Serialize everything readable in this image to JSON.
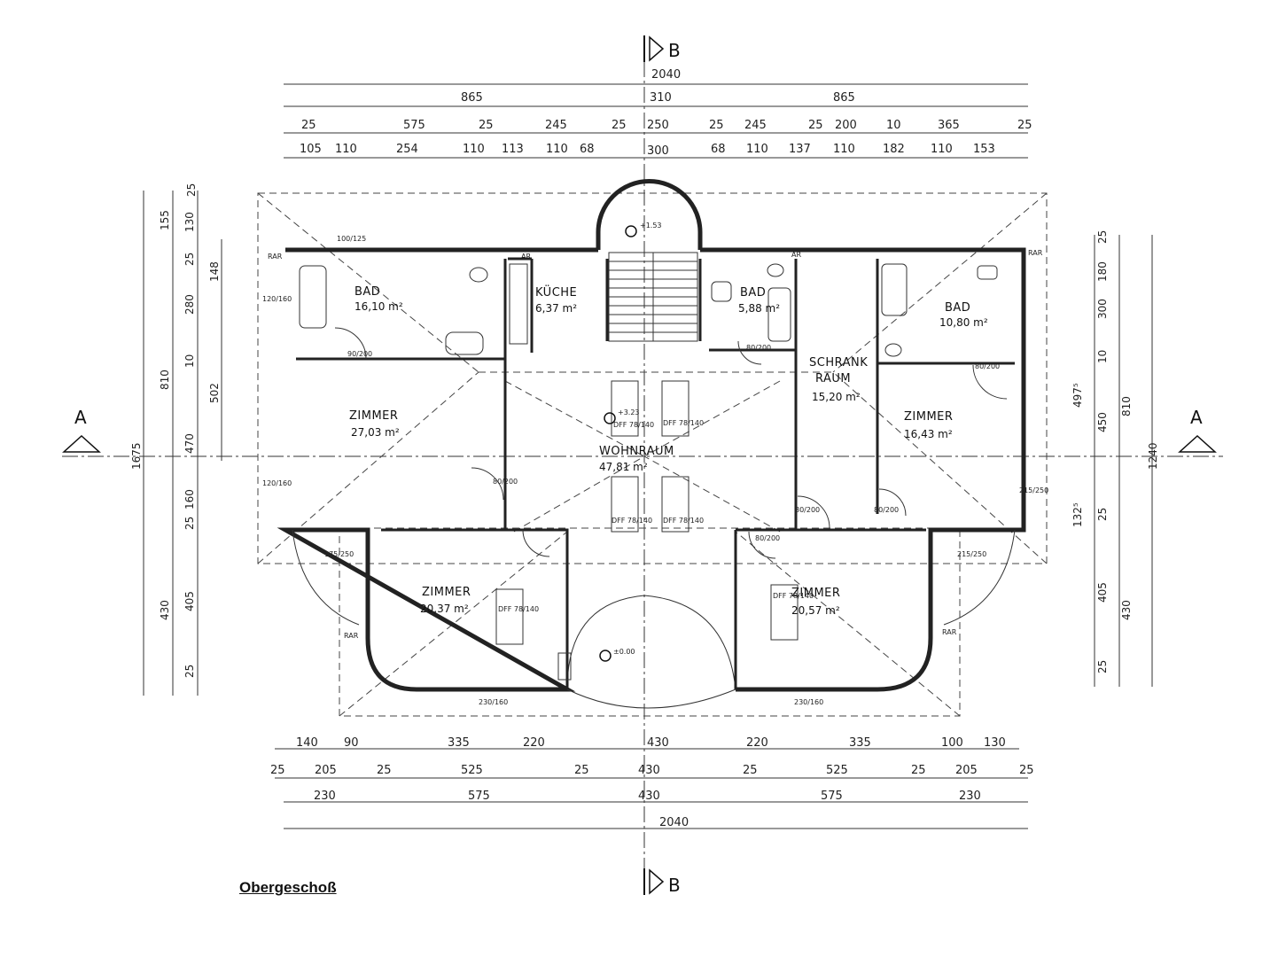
{
  "title": "Obergeschoß",
  "section_labels": {
    "a": "A",
    "b": "B"
  },
  "dims": {
    "top_total": "2040",
    "top_row1": [
      "865",
      "310",
      "865"
    ],
    "top_row2": [
      "25",
      "575",
      "25",
      "245",
      "25",
      "250",
      "25",
      "245",
      "25",
      "200",
      "10",
      "365",
      "25"
    ],
    "top_row3": [
      "105",
      "110",
      "254",
      "110",
      "113",
      "110",
      "68",
      "300",
      "68",
      "110",
      "137",
      "110",
      "182",
      "110",
      "153"
    ],
    "bottom_row1": [
      "140",
      "90",
      "335",
      "220",
      "430",
      "220",
      "335",
      "100",
      "130"
    ],
    "bottom_row2": [
      "25",
      "205",
      "25",
      "525",
      "25",
      "430",
      "25",
      "525",
      "25",
      "205",
      "25"
    ],
    "bottom_row3": [
      "230",
      "575",
      "430",
      "575",
      "230"
    ],
    "bottom_total": "2040",
    "left_total": "1675",
    "left_row1": [
      "155",
      "810",
      "430"
    ],
    "left_row2": [
      "130",
      "25",
      "280",
      "10",
      "470",
      "160",
      "25",
      "405",
      "25"
    ],
    "left_row3": [
      "25",
      "148",
      "502"
    ],
    "right_total": "1240",
    "right_row1": [
      "810",
      "430"
    ],
    "right_row2": [
      "25",
      "180",
      "300",
      "10",
      "450",
      "25",
      "405",
      "25"
    ],
    "right_row3": [
      "497⁵",
      "132⁵"
    ]
  },
  "rooms": [
    {
      "name": "BAD",
      "area": "16,10 m²"
    },
    {
      "name": "KÜCHE",
      "area": "6,37 m²"
    },
    {
      "name": "BAD",
      "area": "5,88 m²"
    },
    {
      "name": "BAD",
      "area": "10,80 m²"
    },
    {
      "name": "ZIMMER",
      "area": "27,03 m²"
    },
    {
      "name": "WOHNRAUM",
      "area": "47,81 m²"
    },
    {
      "name": "SCHRANK",
      "name2": "RAUM",
      "area": "15,20 m²"
    },
    {
      "name": "ZIMMER",
      "area": "16,43 m²"
    },
    {
      "name": "ZIMMER",
      "area": "20,37 m²"
    },
    {
      "name": "ZIMMER",
      "area": "20,57 m²"
    }
  ],
  "levels": {
    "stair": "+1.53",
    "wohnraum": "+3.23",
    "entry": "±0.00"
  },
  "doors": {
    "d1": "90/200",
    "d2": "80/200",
    "d3": "80/200",
    "d4": "80/200",
    "d5": "80/200",
    "d6": "80/200",
    "d7": "80/200"
  },
  "windows": {
    "w1": "100/125",
    "w2": "120/160",
    "w3": "120/160",
    "w4": "215/250",
    "w5": "175/250",
    "w6": "215/250",
    "w7": "230/160",
    "w8": "230/160"
  },
  "skylights": {
    "s1": "DFF 78/140",
    "s2": "DFF 78/140",
    "s3": "DFF 78/140",
    "s4": "DFF 78/140",
    "s5": "DFF 78/140",
    "s6": "DFF 78/140"
  },
  "misc": {
    "rar": "RAR",
    "ar": "AR"
  }
}
